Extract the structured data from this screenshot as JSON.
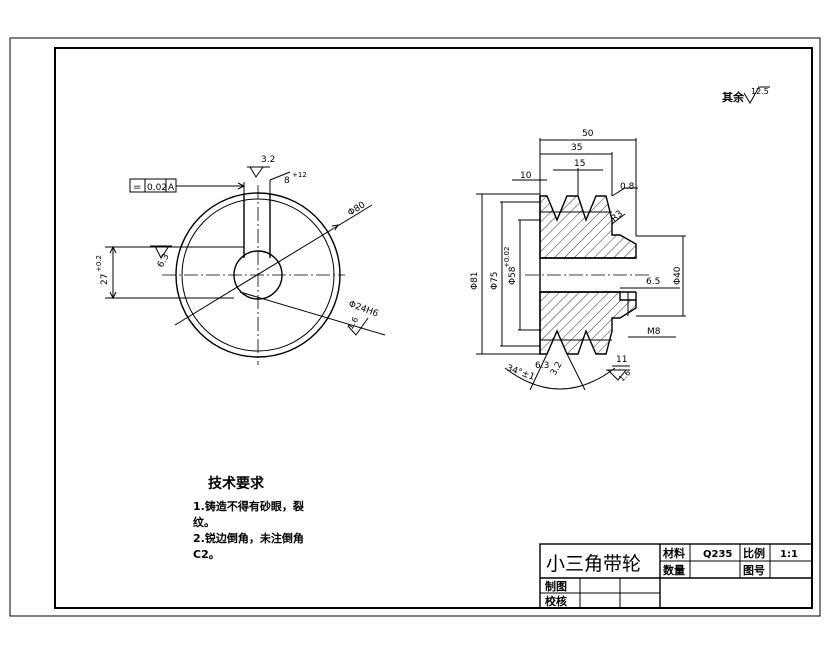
{
  "drawing": {
    "roughness_note_label": "其余",
    "roughness_note_value": "12.5",
    "technical_requirements": {
      "title": "技术要求",
      "line1": "1.铸造不得有砂眼，裂",
      "line2": "纹。",
      "line3": "2.锐边倒角，未注倒角",
      "line4": "C2。"
    },
    "front_view": {
      "roughness_keyway": "3.2",
      "keyway_width_tol": "8",
      "keyway_width_tol_sup": "+12",
      "tolerance_symbol": "=",
      "tolerance_value": "0.02",
      "tolerance_datum": "A",
      "dim_keyway_depth": "27",
      "dim_keyway_depth_sup": "+0.2",
      "roughness_left": "6.3",
      "dim_diameter_80": "Φ80",
      "dim_bore": "Φ24H6",
      "roughness_bore": "1.6"
    },
    "section_view": {
      "dim_50": "50",
      "dim_35": "35",
      "dim_15": "15",
      "dim_10": "10",
      "dim_r08": "0.8",
      "dim_r3": "R3",
      "dim_d81": "Φ81",
      "dim_d75": "Φ75",
      "dim_d58": "Φ58",
      "dim_d58_sup": "+0.02",
      "dim_d40": "Φ40",
      "dim_65": "6.5",
      "dim_m8": "M8",
      "dim_11": "11",
      "dim_angle": "34°±1",
      "roughness_63": "6.3",
      "roughness_32": "3.2",
      "roughness_16": "1.6"
    },
    "title_block": {
      "part_name": "小三角带轮",
      "material_label": "材料",
      "material_value": "Q235",
      "scale_label": "比例",
      "scale_value": "1:1",
      "quantity_label": "数量",
      "drawing_no_label": "图号",
      "drawn_by_label": "制图",
      "checked_by_label": "校核"
    }
  }
}
